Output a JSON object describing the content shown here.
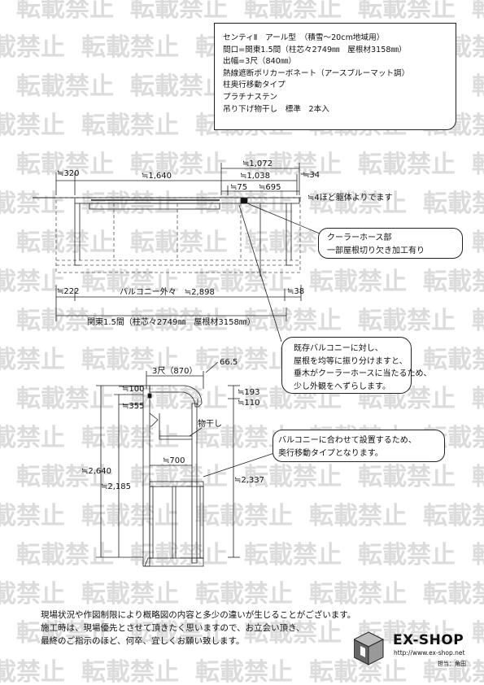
{
  "spec": {
    "lines": [
      "センティⅡ　アール型　（積雪～20cm地域用）",
      "間口=関東1.5間（柱芯々2749㎜　屋根材3158㎜）",
      "出幅=3尺（840㎜）",
      "熱線遮断ポリカーボネート（アースブルーマット調）",
      "柱奥行移動タイプ",
      "プラチナステン",
      "吊り下げ物干し　標準　2本入"
    ]
  },
  "plan": {
    "dim_1072": "≒1,072",
    "dim_1038": "≒1,038",
    "dim_34": "≒34",
    "dim_320": "≒320",
    "dim_1640": "≒1,640",
    "dim_75": "≒75",
    "dim_695": "≒695",
    "note_wall": "≒4ほど躯体よりでます",
    "dim_222": "≒222",
    "balcony_outer": "バルコニー外々　≒2,898",
    "dim_38": "≒38",
    "span_label": "関東1.5間（柱芯々2749㎜　屋根材3158㎜）"
  },
  "callouts": {
    "hose": [
      "クーラーホース部",
      "一部屋根切り欠き加工有り"
    ],
    "existing": [
      "既存バルコニーに対し、",
      "屋根を均等に振り分けますと、",
      "垂木がクーラーホースに当たるため、",
      "少し外観をへずらします。"
    ],
    "balcony": [
      "バルコニーに合わせて設置するため、",
      "奥行移動タイプとなります。"
    ]
  },
  "section": {
    "dim_665": "66.5",
    "depth": "3尺（870）",
    "dim_100": "≒100",
    "dim_355": "≒355",
    "dim_193": "≒193",
    "dim_110": "≒110",
    "laundry": "物干し",
    "dim_700": "≒700",
    "dim_2640": "≒2,640",
    "dim_2185": "≒2,185",
    "dim_2337": "≒2,337"
  },
  "footer": {
    "lines": [
      "現場状況や作図制限により概略図の内容と多少の違いが生じることがございます。",
      "施工時は、現場優先とさせて頂きたく思いますので、お立会い頂き、",
      "最終のご指示のほど、何卒、宜しくお願い致します。"
    ]
  },
  "logo": {
    "brand": "EX-SHOP",
    "url": "http://www.ex-shop.net",
    "staff": "担当：角田"
  },
  "watermark": {
    "text": "転載禁止"
  },
  "colors": {
    "line": "#222222",
    "dashed": "#555555",
    "watermark": "#dcdcdc"
  }
}
